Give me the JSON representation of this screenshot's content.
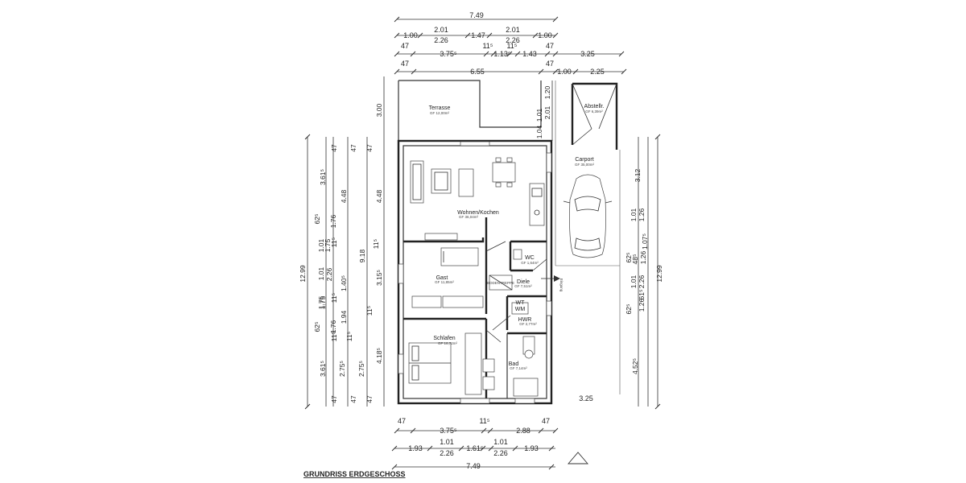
{
  "title": "GRUNDRISS ERDGESCHOSS",
  "rooms": {
    "terrasse": {
      "name": "Terrasse",
      "area": "GF 12,00m²"
    },
    "abstell": {
      "name": "Abstellr.",
      "area": "GF 6,39m²"
    },
    "carport": {
      "name": "Carport",
      "area": "GF 35,00m²"
    },
    "wohnen": {
      "name": "Wohnen/Kochen",
      "area": "GF 36,04m²"
    },
    "gast": {
      "name": "Gast",
      "area": "GF 11,85m²"
    },
    "schlafen": {
      "name": "Schlafen",
      "area": "GF 16,72m²"
    },
    "wc": {
      "name": "WC",
      "area": "GF 1,64m²"
    },
    "diele": {
      "name": "Diele",
      "area": "GF 7,51m²"
    },
    "hwr": {
      "name": "HWR",
      "area": "GF 2,77m²"
    },
    "bad": {
      "name": "Bad",
      "area": "GF 7,14m²"
    }
  },
  "labels": {
    "eingang": "Eingang",
    "wt": "WT",
    "wm": "WM",
    "bodentreppe": "BODENTREPPE"
  },
  "dims": {
    "top": {
      "r1": [
        "7.49"
      ],
      "r2_upper": [
        "2.01",
        "2.01"
      ],
      "r2": [
        "1.00",
        "2.26",
        "1.47",
        "2.26",
        "1.00"
      ],
      "r3_upper": [
        "47",
        "11⁵",
        "11⁵",
        "47"
      ],
      "r3": [
        "3.75⁵",
        "1.13⁵",
        "1.43",
        "3.25"
      ],
      "r4_upper": [
        "47",
        "47"
      ],
      "r4": [
        "6.55",
        "1.00",
        "2.25"
      ]
    },
    "bottom": {
      "r1_upper": [
        "47",
        "11⁵",
        "47"
      ],
      "r1": [
        "3.75⁵",
        "2.88",
        "3.25"
      ],
      "r2_upper": [
        "1.01",
        "1.01"
      ],
      "r2": [
        "1.93",
        "2.26",
        "1.61⁵",
        "2.26",
        "1.93"
      ],
      "r3": [
        "7.49"
      ]
    },
    "left": {
      "c1": [
        "12.99"
      ],
      "c2": [
        "62⁵",
        "1.01",
        "1.75",
        "62⁵",
        "1.01"
      ],
      "c3": [
        "47",
        "3.61⁵",
        "1.76",
        "1.75",
        "2.26",
        "1.75",
        "1.76",
        "3.61⁵",
        "47"
      ],
      "c4": [
        "47",
        "4.48",
        "11⁵",
        "1.40⁵",
        "11⁵",
        "1.94",
        "11⁵",
        "2.75⁵",
        "47"
      ],
      "c5": [
        "47",
        "9.18",
        "11⁵",
        "2.75⁵",
        "47"
      ],
      "c6": [
        "3.00",
        "4.48",
        "11⁵",
        "3.15⁵",
        "11⁵",
        "4.18⁵"
      ]
    },
    "center": [
      "1.20",
      "2.01",
      "1.01",
      "1.04"
    ],
    "right": {
      "c1": [
        "3.12",
        "1.01",
        "62⁵",
        "1.01",
        "62⁵",
        "4.52⁵"
      ],
      "c2": [
        "1.26",
        "1.07⁵",
        "48⁵",
        "1.26",
        "2.26",
        "1.26",
        "61⁵"
      ],
      "c3": [
        "12.99"
      ]
    }
  }
}
